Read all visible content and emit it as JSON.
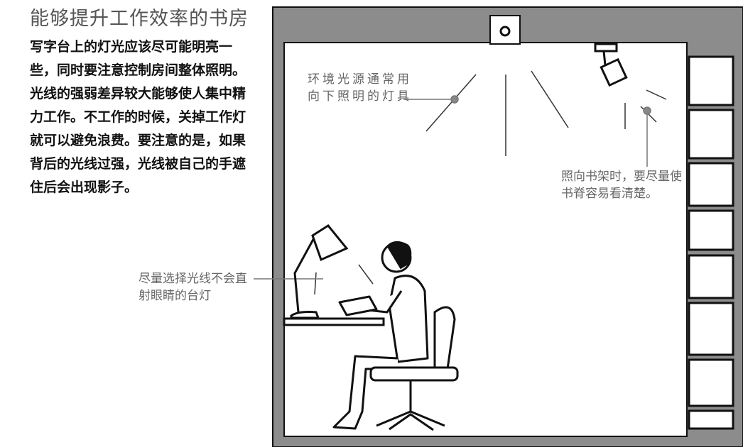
{
  "title": "能够提升工作效率的书房",
  "body_text": "写字台上的灯光应该尽可能明亮一些，同时要注意控制房间整体照明。光线的强弱差异较大能够使人集中精力工作。不工作的时候，关掉工作灯就可以避免浪费。要注意的是，如果背后的光线过强，光线被自己的手遮住后会出现影子。",
  "callouts": {
    "ambient": "环境光源通常用向下照明的灯具",
    "spotlight": "照向书架时，要尽量使书脊容易看清楚。",
    "desk_lamp": "尽量选择光线不会直射眼睛的台灯"
  },
  "colors": {
    "wall": "#888888",
    "ink": "#111111",
    "leader": "#777777",
    "lamp_glow": "#999999"
  }
}
